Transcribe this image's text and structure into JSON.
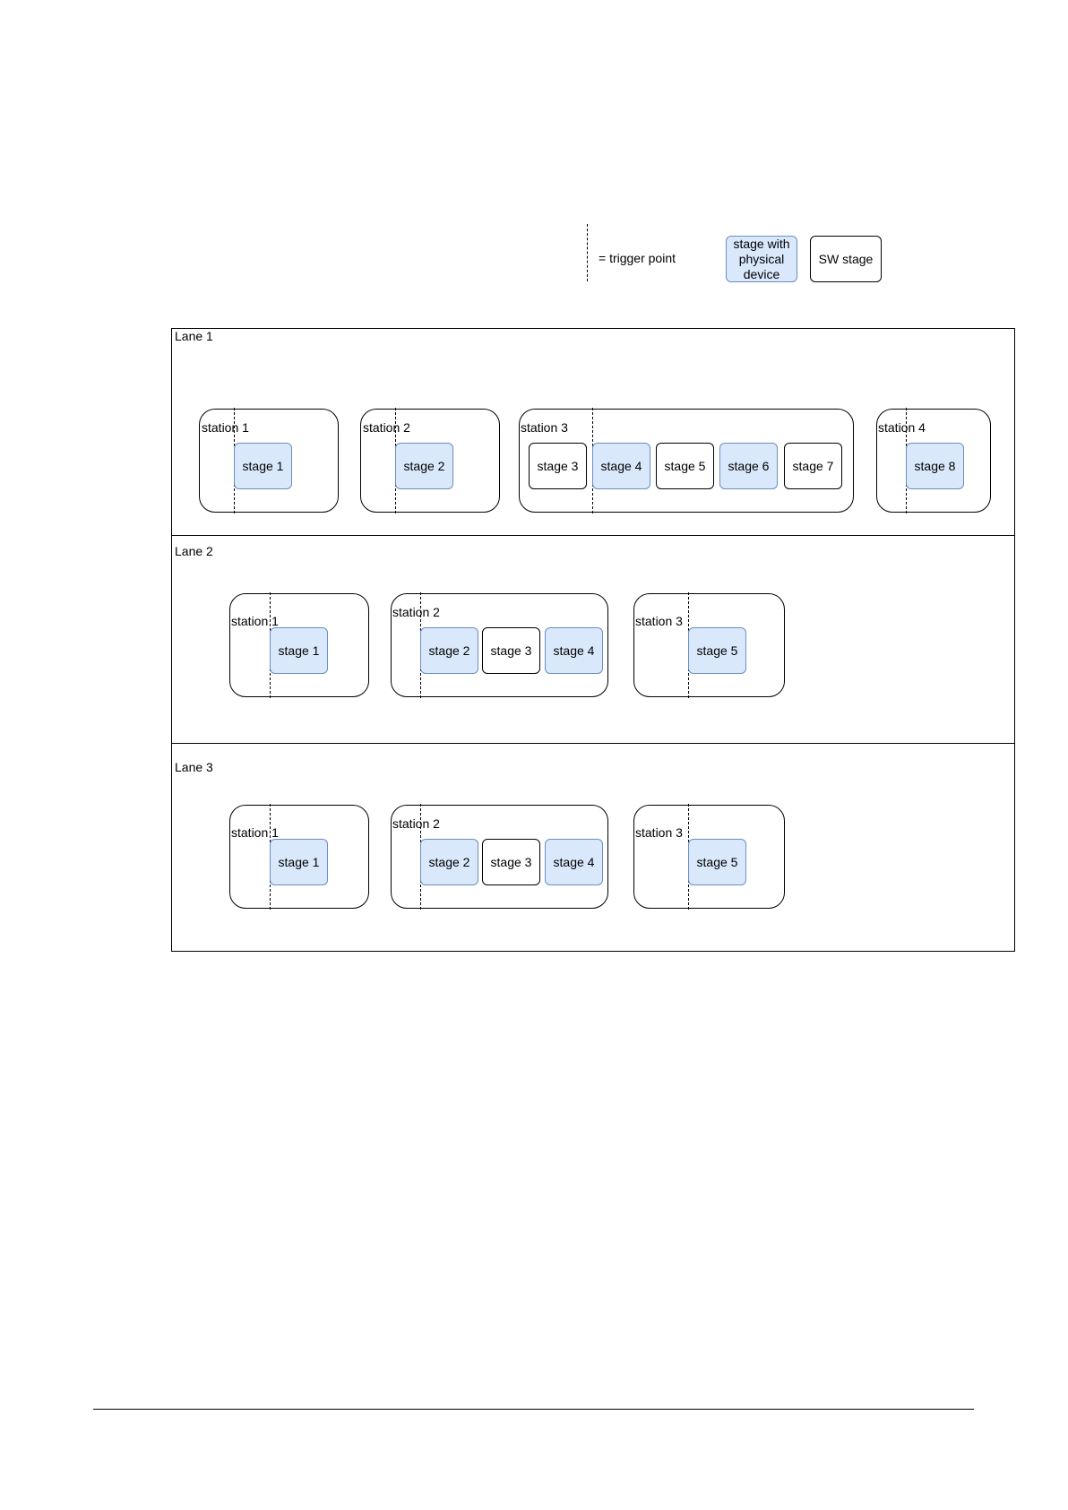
{
  "legend": {
    "trigger_point": "= trigger point",
    "physical_stage": "stage with physical device",
    "sw_stage": "SW stage"
  },
  "colors": {
    "physical_fill": "#dae8fc",
    "physical_border": "#6c8ebf",
    "sw_border": "#000000"
  },
  "lanes": [
    {
      "label": "Lane 1",
      "stations": [
        {
          "label": "station 1",
          "stages": [
            {
              "label": "stage 1",
              "type": "physical"
            }
          ]
        },
        {
          "label": "station 2",
          "stages": [
            {
              "label": "stage 2",
              "type": "physical"
            }
          ]
        },
        {
          "label": "station 3",
          "stages": [
            {
              "label": "stage 3",
              "type": "sw"
            },
            {
              "label": "stage 4",
              "type": "physical"
            },
            {
              "label": "stage 5",
              "type": "sw"
            },
            {
              "label": "stage 6",
              "type": "physical"
            },
            {
              "label": "stage 7",
              "type": "sw"
            }
          ]
        },
        {
          "label": "station 4",
          "stages": [
            {
              "label": "stage 8",
              "type": "physical"
            }
          ]
        }
      ]
    },
    {
      "label": "Lane 2",
      "stations": [
        {
          "label": "station 1",
          "stages": [
            {
              "label": "stage 1",
              "type": "physical"
            }
          ]
        },
        {
          "label": "station 2",
          "stages": [
            {
              "label": "stage 2",
              "type": "physical"
            },
            {
              "label": "stage 3",
              "type": "sw"
            },
            {
              "label": "stage 4",
              "type": "physical"
            }
          ]
        },
        {
          "label": "station 3",
          "stages": [
            {
              "label": "stage 5",
              "type": "physical"
            }
          ]
        }
      ]
    },
    {
      "label": "Lane 3",
      "stations": [
        {
          "label": "station 1",
          "stages": [
            {
              "label": "stage 1",
              "type": "physical"
            }
          ]
        },
        {
          "label": "station 2",
          "stages": [
            {
              "label": "stage 2",
              "type": "physical"
            },
            {
              "label": "stage 3",
              "type": "sw"
            },
            {
              "label": "stage 4",
              "type": "physical"
            }
          ]
        },
        {
          "label": "station 3",
          "stages": [
            {
              "label": "stage 5",
              "type": "physical"
            }
          ]
        }
      ]
    }
  ]
}
